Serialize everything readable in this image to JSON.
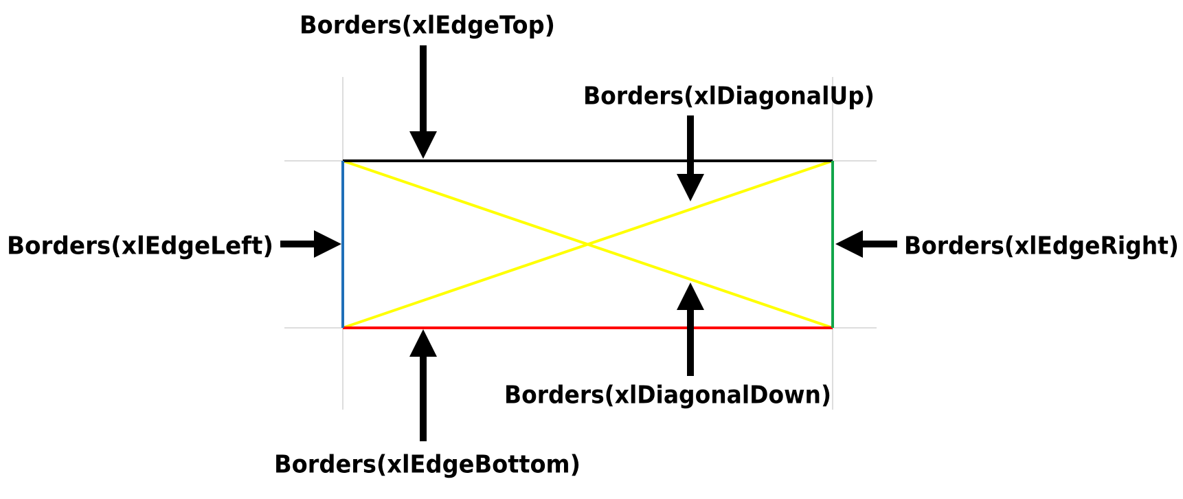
{
  "labels": {
    "edge_top": "Borders(xlEdgeTop)",
    "diagonal_up": "Borders(xlDiagonalUp)",
    "edge_left": "Borders(xlEdgeLeft)",
    "edge_right": "Borders(xlEdgeRight)",
    "diagonal_down": "Borders(xlDiagonalDown)",
    "edge_bottom": "Borders(xlEdgeBottom)"
  },
  "colors": {
    "edge_top": "#000000",
    "edge_left": "#1f6fb8",
    "edge_right": "#12a64a",
    "edge_bottom": "#ff0000",
    "diagonals": "#ffff00",
    "gridlines": "#dddddd",
    "arrows": "#000000"
  }
}
